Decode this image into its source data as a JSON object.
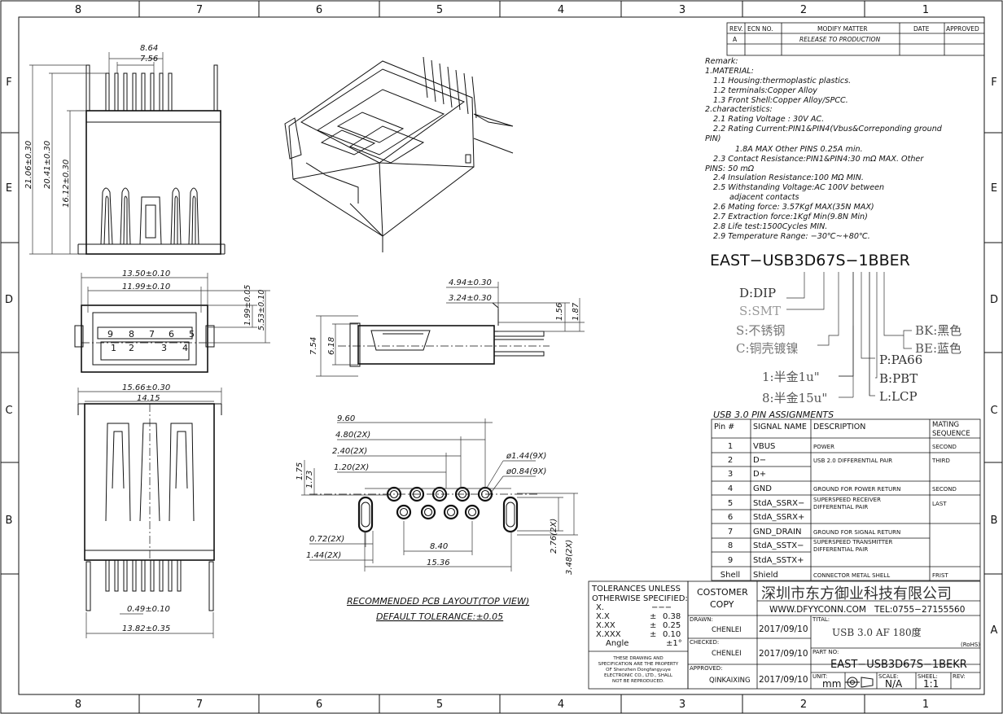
{
  "frame": {
    "columns_top": [
      "8",
      "7",
      "6",
      "5",
      "4",
      "3",
      "2",
      "1"
    ],
    "columns_bottom": [
      "8",
      "7",
      "6",
      "5",
      "4",
      "3",
      "2",
      "1"
    ],
    "rows_left": [
      "F",
      "E",
      "D",
      "C",
      "B"
    ],
    "rows_right": [
      "F",
      "E",
      "D",
      "C",
      "B",
      "A"
    ]
  },
  "revision_table": {
    "headers": [
      "REV.",
      "ECN NO.",
      "MODIFY MATTER",
      "DATE",
      "APPROVED"
    ],
    "rows": [
      [
        "A",
        "",
        "RELEASE TO PRODUCTION",
        "",
        ""
      ]
    ]
  },
  "remarks": [
    "Remark:",
    "1.MATERIAL:",
    "1.1 Housing:thermoplastic plastics.",
    "1.2 terminals:Copper Alloy",
    "1.3 Front Shell:Copper Alloy/SPCC.",
    "2.characteristics:",
    "2.1 Rating Voltage : 30V AC.",
    "2.2 Rating Current:PIN1&PIN4(Vbus&Correponding ground",
    "PIN)",
    "1.8A MAX   Other PINS 0.25A min.",
    "2.3 Contact Resistance:PIN1&PIN4:30 mΩ MAX. Other",
    "PINS: 50 mΩ",
    "2.4 Insulation Resistance:100 MΩ MIN.",
    "2.5 Withstanding Voltage:AC 100V between",
    "adjacent contacts",
    "2.6 Mating force: 3.57Kgf MAX(35N MAX)",
    "2.7 Extraction force:1Kgf Min(9.8N Min)",
    "2.8 Life test:1500Cycles MIN.",
    "2.9 Temperature Range: −30℃~+80℃."
  ],
  "part_code": {
    "code": "EAST−USB3D67S−1BBER",
    "options": [
      "D:DIP",
      "S:SMT",
      "S:不锈钢",
      "C:铜壳镀镍",
      "1:半金1u\"",
      "8:半金15u\"",
      "P:PA66",
      "B:PBT",
      "L:LCP",
      "BK:黑色",
      "BE:蓝色"
    ]
  },
  "pin_table": {
    "title": "USB 3.0 PIN ASSIGNMENTS",
    "headers": [
      "Pin #",
      "SIGNAL NAME",
      "DESCRIPTION",
      "MATING SEQUENCE"
    ],
    "rows": [
      [
        "1",
        "VBUS",
        "POWER",
        "SECOND"
      ],
      [
        "2",
        "D−",
        "USB 2.0 DIFFERENTIAL PAIR",
        "THIRD"
      ],
      [
        "3",
        "D+",
        "",
        ""
      ],
      [
        "4",
        "GND",
        "GROUND FOR POWER RETURN",
        "SECOND"
      ],
      [
        "5",
        "StdA_SSRX−",
        "SUPERSPEED RECEIVER DIFFERENTIAL PAIR",
        "LAST"
      ],
      [
        "6",
        "StdA_SSRX+",
        "",
        ""
      ],
      [
        "7",
        "GND_DRAIN",
        "GROUND FOR SIGNAL RETURN",
        ""
      ],
      [
        "8",
        "StdA_SSTX−",
        "SUPERSPEED TRANSMITTER DIFFERENTIAL PAIR",
        ""
      ],
      [
        "9",
        "StdA_SSTX+",
        "",
        ""
      ],
      [
        "Shell",
        "Shield",
        "CONNECTOR METAL SHELL",
        "FRIST"
      ]
    ]
  },
  "dimensions": {
    "top_view": [
      "8.64",
      "7.56",
      "21.06±0.30",
      "20.41±0.30",
      "16.12±0.30"
    ],
    "front_view": [
      "13.50±0.10",
      "11.99±0.10",
      "1.99±0.05",
      "5.53±0.10",
      "9",
      "8",
      "7",
      "6",
      "5",
      "1",
      "2",
      "3",
      "4"
    ],
    "side_view": [
      "4.94±0.30",
      "3.24±0.30",
      "1.56",
      "1.87",
      "7.54",
      "6.18"
    ],
    "bottom_view": [
      "15.66±0.30",
      "14.15",
      "0.49±0.10",
      "13.82±0.35"
    ],
    "pcb": [
      "9.60",
      "4.80(2X)",
      "2.40(2X)",
      "1.20(2X)",
      "ø1.44(9X)",
      "ø0.84(9X)",
      "1.75",
      "1.73",
      "0.72(2X)",
      "1.44(2X)",
      "8.40",
      "15.36",
      "2.76(2X)",
      "3.48(2X)"
    ]
  },
  "pcb_caption": "RECOMMENDED PCB LAYOUT(TOP VIEW)",
  "pcb_tolerance": "DEFAULT TOLERANCE:±0.05",
  "tolerances": {
    "title1": "TOLERANCES UNLESS",
    "title2": "OTHERWISE SPECIFIED:",
    "rows": [
      [
        "X.",
        "",
        "−−−"
      ],
      [
        "X.X",
        "±",
        "0.38"
      ],
      [
        "X.XX",
        "±",
        "0.25"
      ],
      [
        "X.XXX",
        "±",
        "0.10"
      ],
      [
        "Angle",
        "",
        "±1°"
      ]
    ],
    "note": [
      "THESE DRAWING AND",
      "SPECIFICATION ARE THE PROPERTY",
      "OF Shenzhen Dongfangyuye",
      "ELECTRONIC  CO., LTD., SHALL",
      "NOT BE REPRODUCED."
    ]
  },
  "title_block": {
    "customer_label": "COSTOMER",
    "copy_label": "COPY",
    "company": "深圳市东方御业科技有限公司",
    "website": "WWW.DFYYCONN.COM",
    "tel": "TEL:0755−27155560",
    "drawn_label": "DRAWN:",
    "drawn_by": "CHENLEI",
    "drawn_date": "2017/09/10",
    "checked_label": "CHECKED:",
    "checked_by": "CHENLEI",
    "checked_date": "2017/09/10",
    "approved_label": "APPROVED:",
    "approved_by": "QINKAIXING",
    "approved_date": "2017/09/10",
    "title_label": "TITAL:",
    "title": "USB 3.0 AF 180度",
    "rohs": "(RoHS)",
    "part_label": "PART NO:",
    "part_no": "EAST−USB3D67S−1BEKR",
    "unit_label": "UNIT:",
    "unit": "mm",
    "scale_label": "SCALE:",
    "scale": "N/A",
    "sheet_label": "SHEEL:",
    "sheet": "1:1",
    "rev_label": "REV:"
  }
}
